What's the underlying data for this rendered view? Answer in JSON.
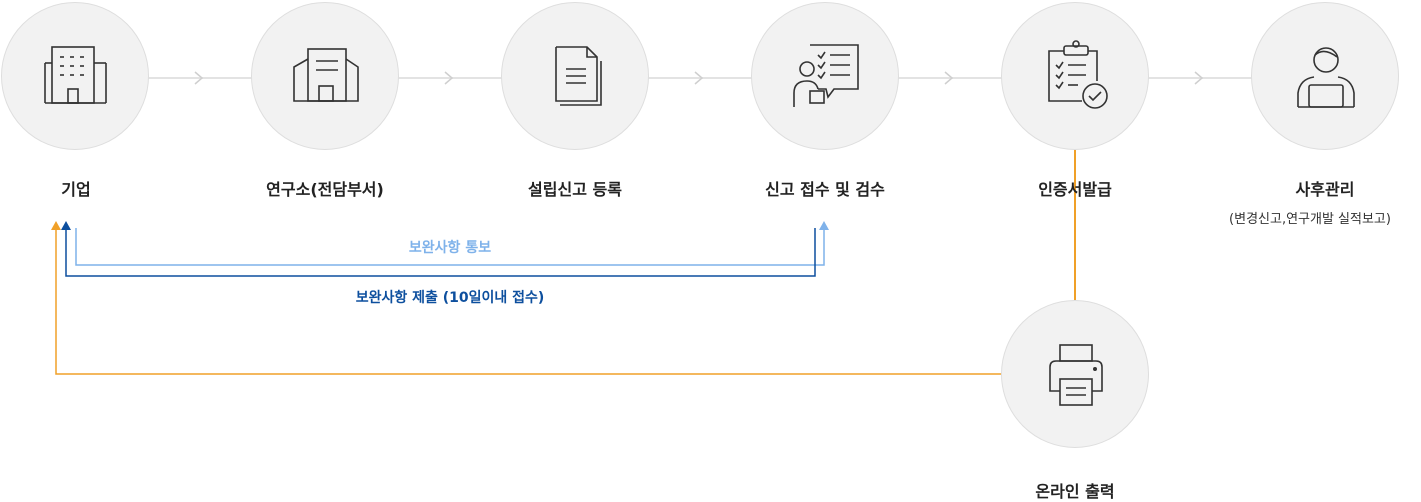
{
  "steps": [
    {
      "label": "기업",
      "icon": "building-icon"
    },
    {
      "label": "연구소(전담부서)",
      "icon": "office-icon"
    },
    {
      "label": "설립신고 등록",
      "icon": "document-icon"
    },
    {
      "label": "신고 접수 및 검수",
      "icon": "review-checklist-icon"
    },
    {
      "label": "인증서발급",
      "icon": "clipboard-check-icon"
    },
    {
      "label": "사후관리",
      "sublabel": "(변경신고,연구개발 실적보고)",
      "icon": "user-laptop-icon"
    }
  ],
  "branch": {
    "label": "온라인 출력",
    "icon": "printer-icon"
  },
  "flows": {
    "notify": {
      "label": "보완사항 통보",
      "color": "#7fb2ea"
    },
    "submit": {
      "label": "보완사항 제출 (10일이내 접수)",
      "color": "#0d4f9e"
    },
    "print": {
      "color": "#f0a028"
    }
  }
}
